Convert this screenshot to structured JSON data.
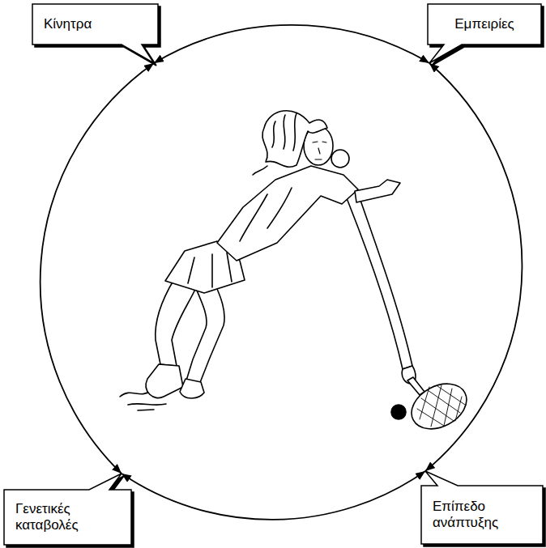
{
  "diagram": {
    "nodes": [
      {
        "text": [
          "Κίνητρα"
        ]
      },
      {
        "text": [
          "Εμπειρίες"
        ]
      },
      {
        "text": [
          "Γενετικές καταβολές"
        ]
      },
      {
        "text": [
          "Επίπεδο ανάπτυξης"
        ]
      }
    ],
    "edges": [
      {
        "from": 0,
        "to": 1,
        "arrow": "both"
      },
      {
        "from": 0,
        "to": 2,
        "arrow": "both"
      },
      {
        "from": 1,
        "to": 3,
        "arrow": "both"
      },
      {
        "from": 2,
        "to": 3,
        "arrow": "both"
      }
    ]
  }
}
